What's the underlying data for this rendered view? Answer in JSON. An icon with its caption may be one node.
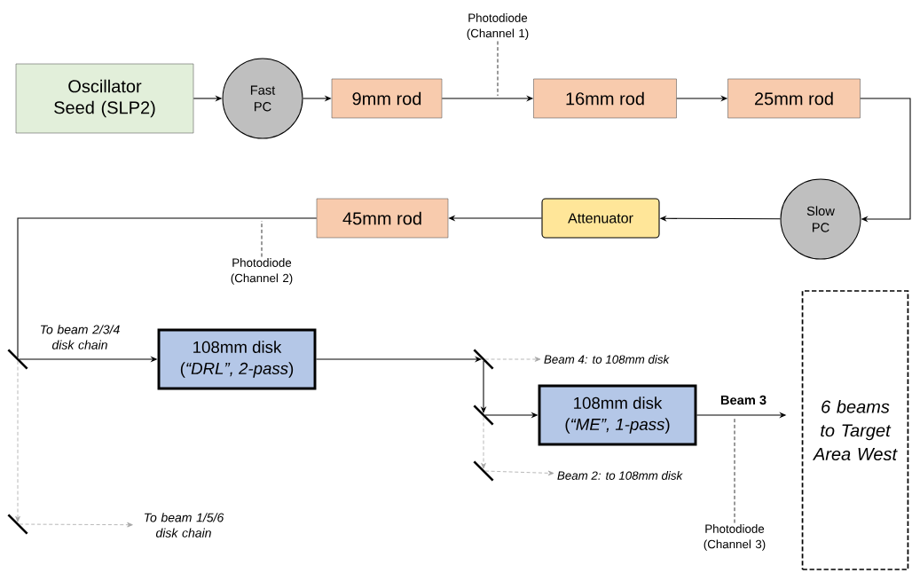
{
  "diagram": {
    "nodes": [
      {
        "text": [
          "Oscillator Seed (SLP2)"
        ]
      },
      {
        "text": [
          "Fast PC"
        ]
      },
      {
        "text": [
          "9mm rod"
        ]
      },
      {
        "text": [
          "16mm rod"
        ]
      },
      {
        "text": [
          "25mm rod"
        ]
      },
      {
        "text": [
          "Slow PC"
        ]
      },
      {
        "text": [
          "Attenuator"
        ]
      },
      {
        "text": [
          "45mm rod"
        ]
      },
      {
        "text": [],
        "shape": "mirror"
      },
      {
        "text": [
          "108mm disk",
          "(*“DRL”, 2-pass*)"
        ]
      },
      {
        "text": [],
        "shape": "mirror"
      },
      {
        "text": [],
        "shape": "mirror"
      },
      {
        "text": [
          "108mm disk",
          "(*“ME”, 1-pass*)"
        ]
      },
      {
        "text": [],
        "shape": "mirror"
      },
      {
        "text": [],
        "shape": "mirror"
      },
      {
        "text": [
          "6 beams to Target Area West"
        ]
      },
      {
        "text": [
          "Photodiode (Channel 1)"
        ]
      },
      {
        "text": [
          "Photodiode (Channel 2)"
        ]
      },
      {
        "text": [
          "Photodiode (Channel 3)"
        ]
      },
      {
        "text": [
          "To beam 1/5/6 disk chain"
        ]
      },
      {
        "text": [
          "Beam 4: to 108mm disk"
        ]
      },
      {
        "text": [
          "Beam 2: to 108mm disk"
        ]
      }
    ],
    "edges": [
      {
        "from": 0,
        "to": 1,
        "arrow": "to"
      },
      {
        "from": 1,
        "to": 2,
        "arrow": "to"
      },
      {
        "from": 2,
        "to": 3,
        "arrow": "to"
      },
      {
        "from": 3,
        "to": 4,
        "arrow": "to"
      },
      {
        "from": 4,
        "to": 5,
        "arrow": "to"
      },
      {
        "from": 5,
        "to": 6,
        "arrow": "to"
      },
      {
        "from": 6,
        "to": 7,
        "arrow": "to"
      },
      {
        "from": 7,
        "to": 8,
        "arrow": "none"
      },
      {
        "from": 8,
        "to": 9,
        "arrow": "to",
        "label": "To beam 2/3/4 disk chain"
      },
      {
        "from": 9,
        "to": 10,
        "arrow": "to"
      },
      {
        "from": 10,
        "to": 11,
        "arrow": "to"
      },
      {
        "from": 11,
        "to": 12,
        "arrow": "to"
      },
      {
        "from": 12,
        "to": 15,
        "arrow": "to",
        "label": "Beam 3"
      },
      {
        "from": 8,
        "to": 14,
        "arrow": "to",
        "style": "dashed",
        "color": "#a6a6a6"
      },
      {
        "from": 14,
        "to": 19,
        "arrow": "to",
        "style": "dashed",
        "color": "#a6a6a6"
      },
      {
        "from": 10,
        "to": 20,
        "arrow": "to",
        "style": "dashed",
        "color": "#a6a6a6"
      },
      {
        "from": 11,
        "to": 13,
        "arrow": "to",
        "style": "dashed",
        "color": "#a6a6a6"
      },
      {
        "from": 13,
        "to": 21,
        "arrow": "to",
        "style": "dashed",
        "color": "#a6a6a6"
      },
      {
        "from": 16,
        "to": null,
        "arrow": "none",
        "style": "dashed"
      },
      {
        "from": 17,
        "to": null,
        "arrow": "none",
        "style": "dashed"
      },
      {
        "from": 18,
        "to": null,
        "arrow": "none",
        "style": "dashed"
      }
    ]
  }
}
